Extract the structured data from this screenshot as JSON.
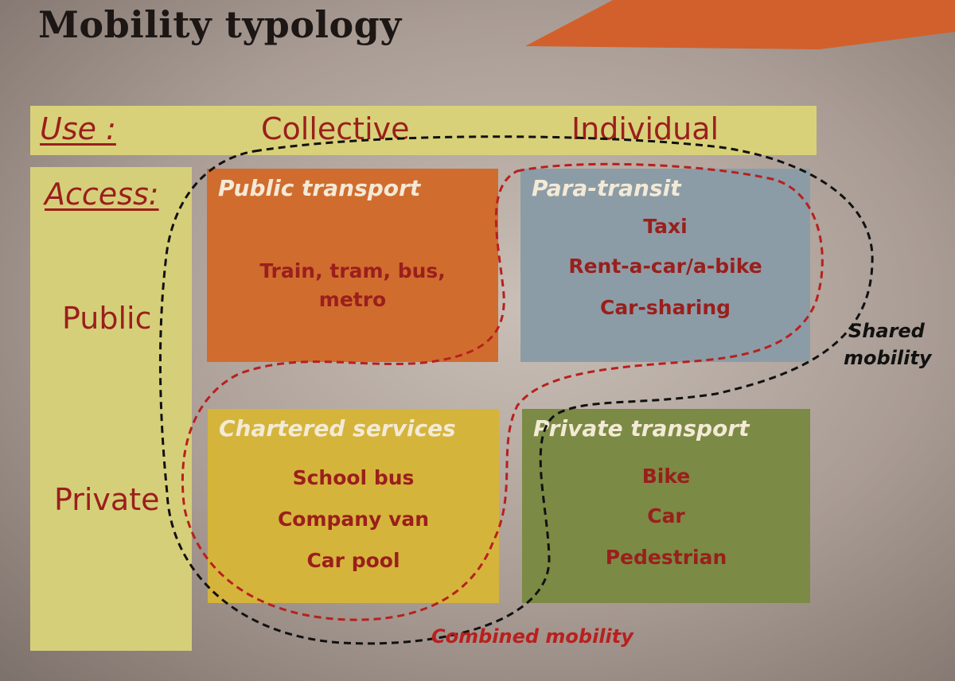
{
  "title": "Mobility typology",
  "axes": {
    "use_label": "Use :",
    "access_label": "Access:",
    "columns": [
      "Collective",
      "Individual"
    ],
    "rows": [
      "Public",
      "Private"
    ]
  },
  "cells": {
    "public_transport": {
      "title": "Public transport",
      "items": [
        "Train, tram, bus,",
        "metro"
      ]
    },
    "para_transit": {
      "title": "Para-transit",
      "items": [
        "Taxi",
        "Rent-a-car/a-bike",
        "Car-sharing"
      ]
    },
    "chartered_services": {
      "title": "Chartered services",
      "items": [
        "School bus",
        "Company van",
        "Car pool"
      ]
    },
    "private_transport": {
      "title": "Private transport",
      "items": [
        "Bike",
        "Car",
        "Pedestrian"
      ]
    }
  },
  "annotations": {
    "shared_line1": "Shared",
    "shared_line2": "mobility",
    "combined": "Combined mobility"
  },
  "colors": {
    "banner": "#d2602c",
    "band": "#d8d17a",
    "public_transport": "#d16c2f",
    "para_transit": "#8c9ca6",
    "chartered_services": "#d5b43b",
    "private_transport": "#7b8a44",
    "label_text": "#9a1f1c",
    "shared_loop": "#111111",
    "combined_loop": "#b8201e"
  }
}
